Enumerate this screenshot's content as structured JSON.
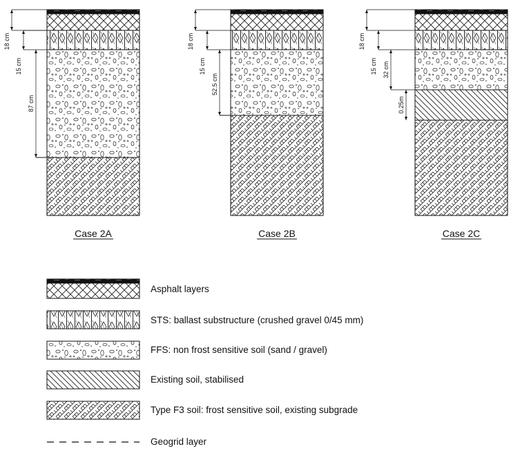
{
  "cases": [
    {
      "label": "Case 2A",
      "dims": {
        "asphalt_total": "18 cm",
        "sts": "15 cm",
        "ffs": "87 cm"
      }
    },
    {
      "label": "Case 2B",
      "dims": {
        "asphalt_total": "18 cm",
        "sts": "15 cm",
        "ffs": "52.5 cm"
      }
    },
    {
      "label": "Case 2C",
      "dims": {
        "asphalt_total": "18 cm",
        "sts": "15 cm",
        "ffs": "32 cm",
        "stabilised": "0.25m"
      }
    }
  ],
  "legend": [
    {
      "key": "asphalt",
      "label": "Asphalt layers"
    },
    {
      "key": "sts",
      "label": "STS: ballast substructure (crushed gravel 0/45 mm)"
    },
    {
      "key": "ffs",
      "label": "FFS: non frost sensitive soil (sand / gravel)"
    },
    {
      "key": "stabilised",
      "label": "Existing soil, stabilised"
    },
    {
      "key": "f3",
      "label": "Type F3 soil: frost sensitive soil, existing subgrade"
    },
    {
      "key": "geogrid",
      "label": "Geogrid layer"
    }
  ]
}
